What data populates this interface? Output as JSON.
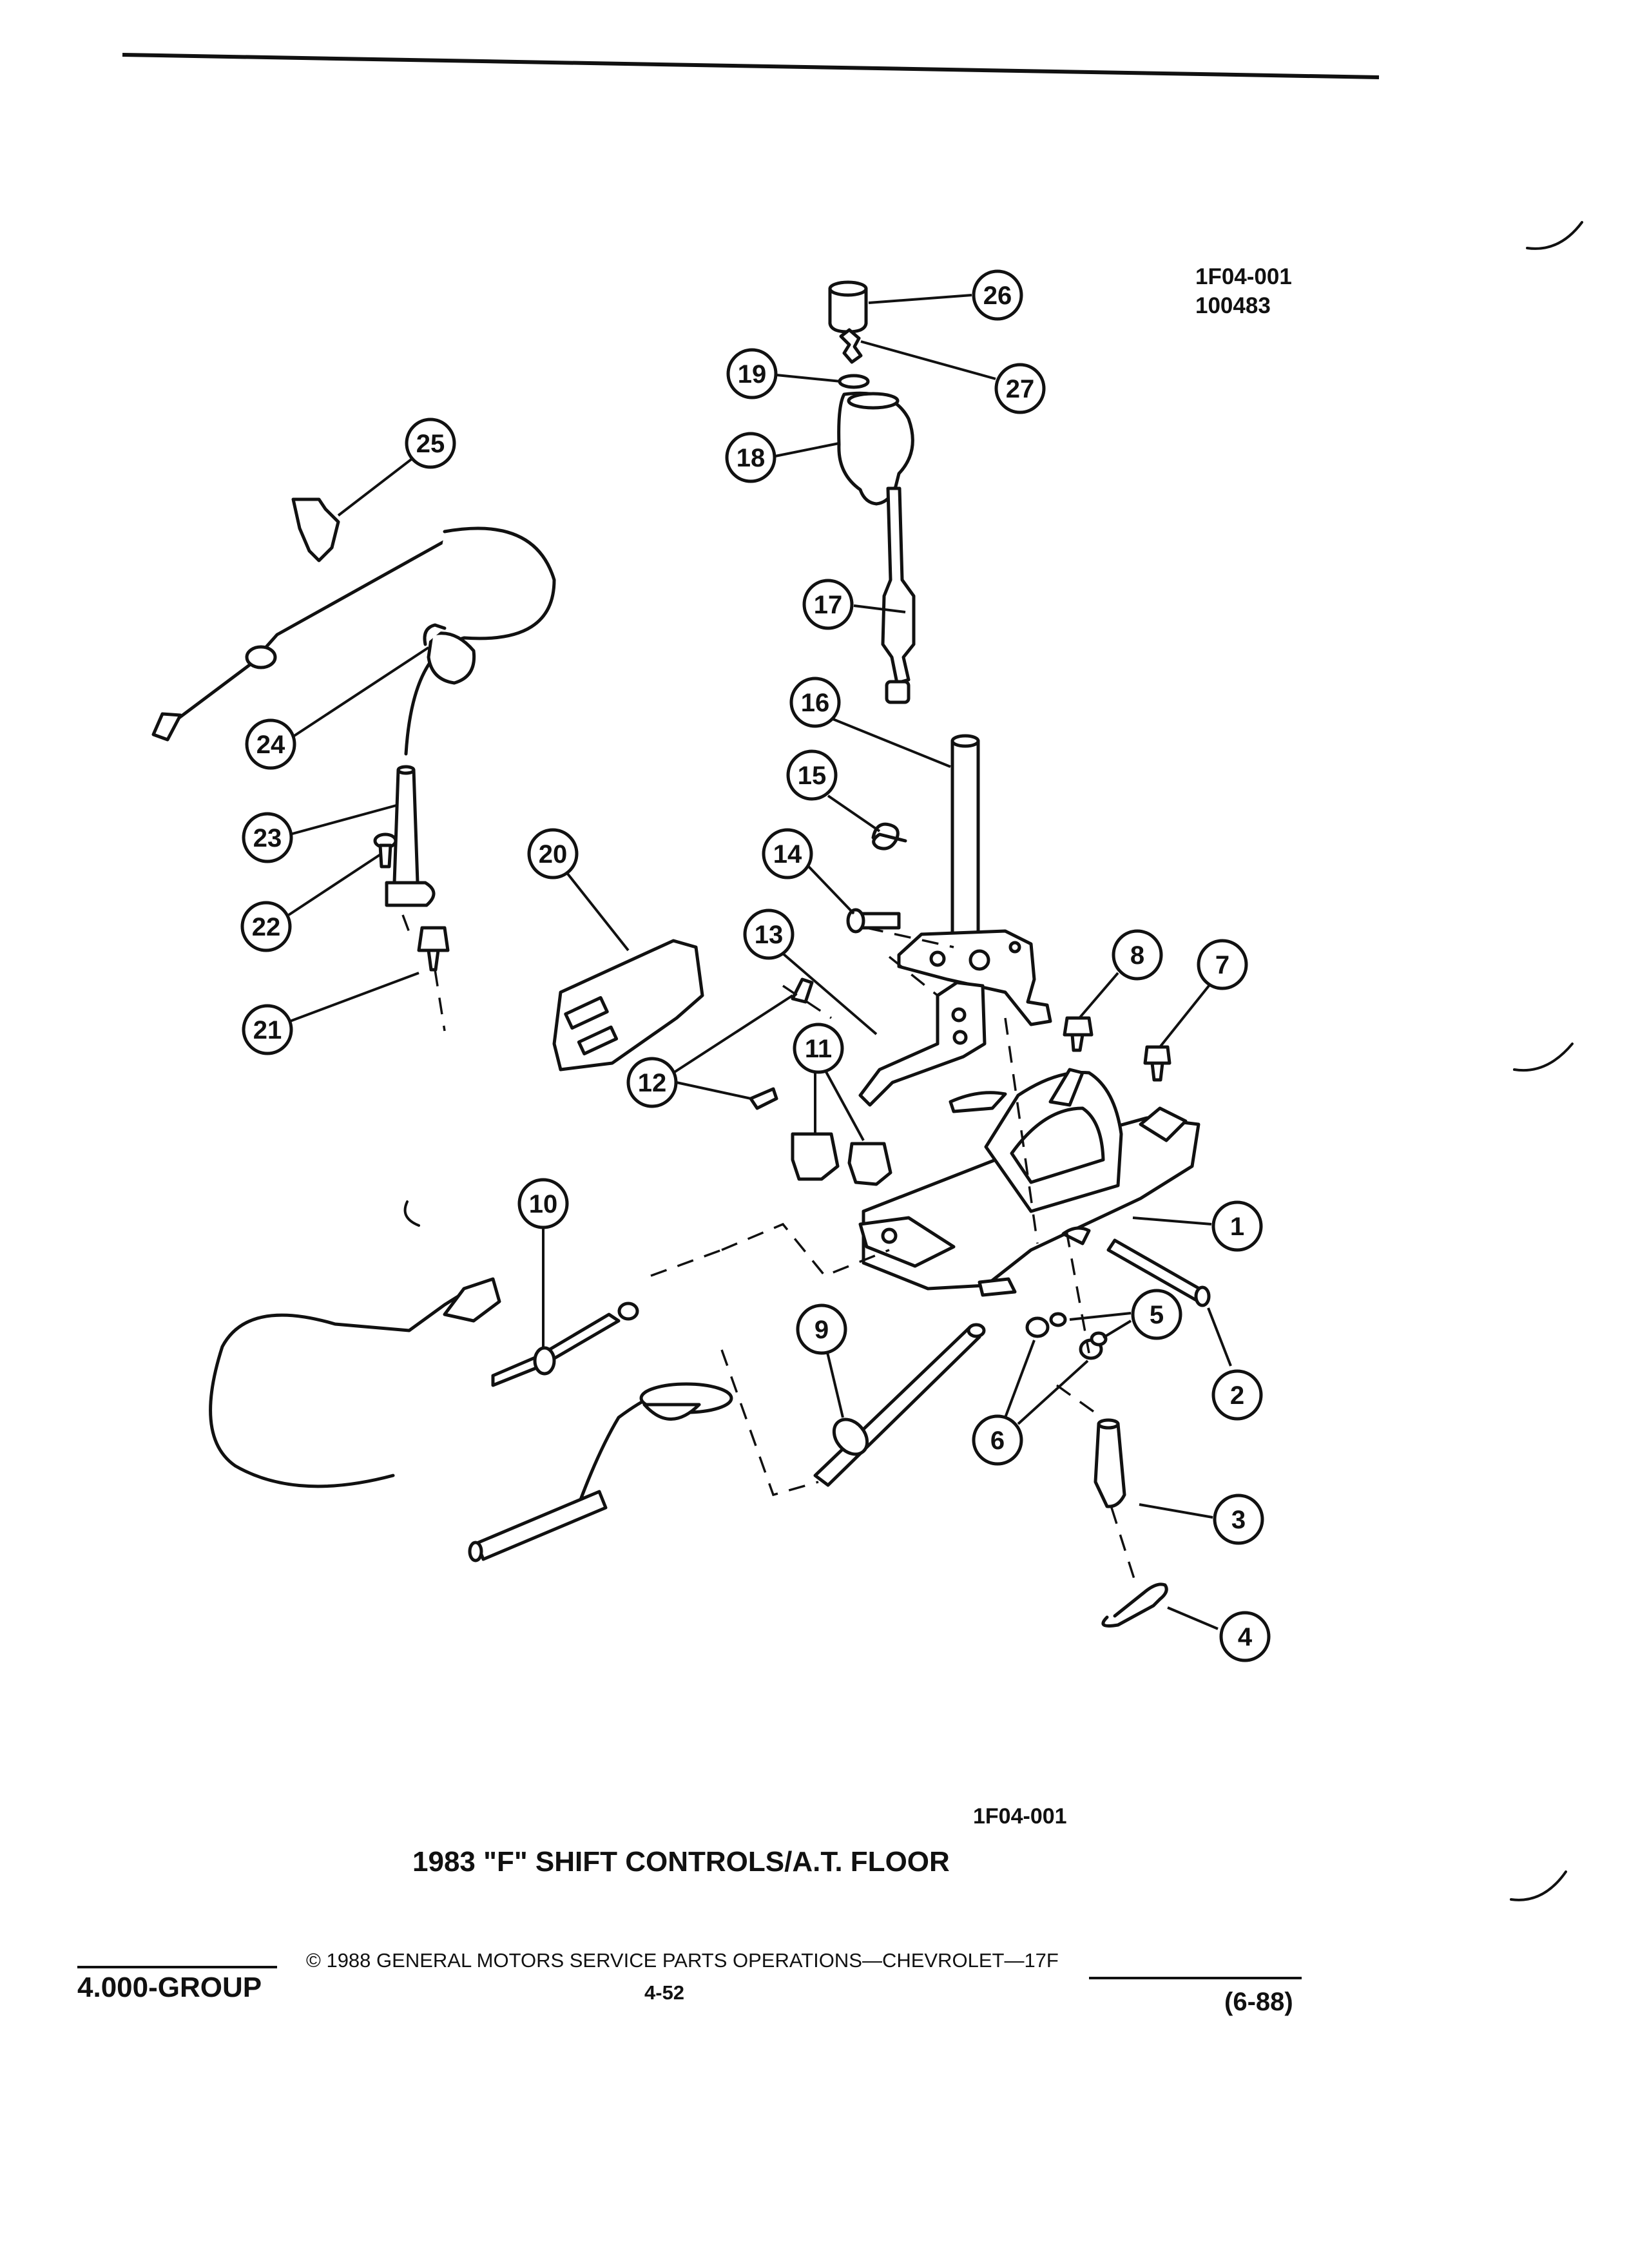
{
  "header": {
    "ref_code": "1F04-001",
    "ref_number": "100483"
  },
  "diagram": {
    "callouts": [
      {
        "id": "1",
        "label": "1"
      },
      {
        "id": "2",
        "label": "2"
      },
      {
        "id": "3",
        "label": "3"
      },
      {
        "id": "4",
        "label": "4"
      },
      {
        "id": "5",
        "label": "5"
      },
      {
        "id": "6",
        "label": "6"
      },
      {
        "id": "7",
        "label": "7"
      },
      {
        "id": "8",
        "label": "8"
      },
      {
        "id": "9",
        "label": "9"
      },
      {
        "id": "10",
        "label": "10"
      },
      {
        "id": "11",
        "label": "11"
      },
      {
        "id": "12",
        "label": "12"
      },
      {
        "id": "13",
        "label": "13"
      },
      {
        "id": "14",
        "label": "14"
      },
      {
        "id": "15",
        "label": "15"
      },
      {
        "id": "16",
        "label": "16"
      },
      {
        "id": "17",
        "label": "17"
      },
      {
        "id": "18",
        "label": "18"
      },
      {
        "id": "19",
        "label": "19"
      },
      {
        "id": "20",
        "label": "20"
      },
      {
        "id": "21",
        "label": "21"
      },
      {
        "id": "22",
        "label": "22"
      },
      {
        "id": "23",
        "label": "23"
      },
      {
        "id": "24",
        "label": "24"
      },
      {
        "id": "25",
        "label": "25"
      },
      {
        "id": "26",
        "label": "26"
      },
      {
        "id": "27",
        "label": "27"
      }
    ],
    "figure_code": "1F04-001",
    "caption": "1983 \"F\" SHIFT CONTROLS/A.T. FLOOR"
  },
  "footer": {
    "group": "4.000-GROUP",
    "copyright": "© 1988 GENERAL MOTORS SERVICE PARTS OPERATIONS—CHEVROLET—17F",
    "page_number": "4-52",
    "date_code": "(6-88)"
  }
}
